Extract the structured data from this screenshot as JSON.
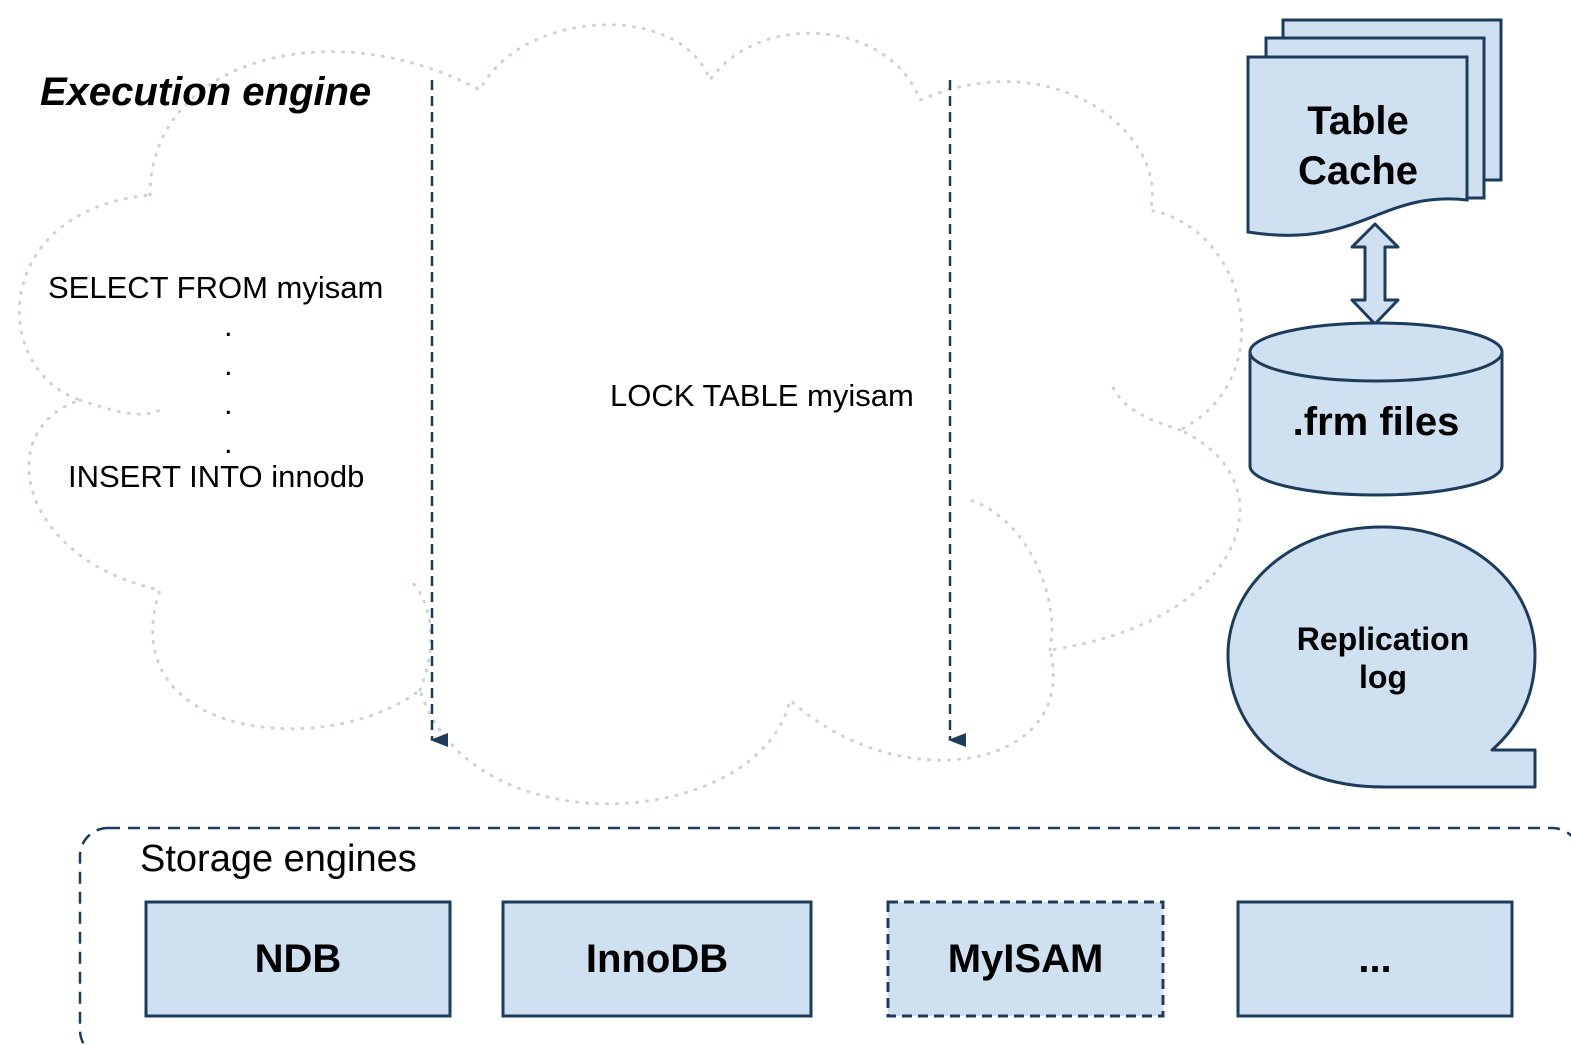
{
  "execution": {
    "title": "Execution engine",
    "query_select": "SELECT FROM myisam",
    "dots": [
      ".",
      ".",
      ".",
      "."
    ],
    "query_insert": "INSERT INTO innodb",
    "lock_query": "LOCK TABLE myisam"
  },
  "metadata": {
    "table_cache": [
      "Table",
      "Cache"
    ],
    "frm_files": ".frm files",
    "replication_log": [
      "Replication",
      "log"
    ]
  },
  "storage": {
    "label": "Storage engines",
    "engines": [
      "NDB",
      "InnoDB",
      "MyISAM",
      "..."
    ]
  },
  "colors": {
    "fill": "#cfe0f1",
    "stroke": "#1d3c5c",
    "cloud": "#c9d4d8"
  }
}
